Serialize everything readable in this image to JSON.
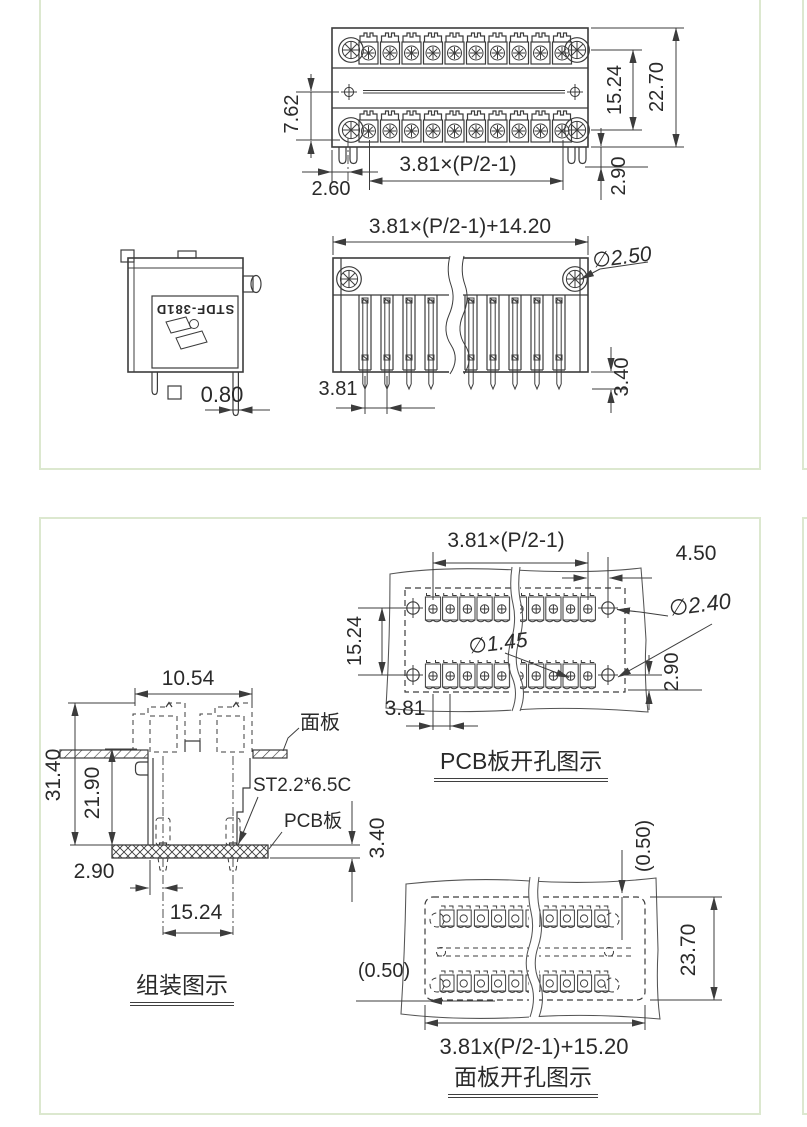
{
  "colors": {
    "panel_border": "#dce8cf",
    "line": "#3c3c3c",
    "text": "#2a2a2a"
  },
  "front_view": {
    "dim_row_gap": "7.62",
    "dim_foot_offset_x": "2.60",
    "dim_pitch_span": "3.81×(P/2-1)",
    "dim_row_spacing": "15.24",
    "dim_total_height": "22.70",
    "dim_foot_offset_y": "2.90"
  },
  "side_view": {
    "part_label": "STDF-381D",
    "dim_pin_square": "0.80"
  },
  "pin_view": {
    "dim_total_width": "3.81×(P/2-1)+14.20",
    "dim_screw_dia": "∅2.50",
    "dim_pitch": "3.81",
    "dim_pin_length": "3.40"
  },
  "pcb_view": {
    "dim_pitch_span": "3.81×(P/2-1)",
    "dim_hole_offset": "4.50",
    "dim_mount_hole_dia": "∅2.40",
    "dim_pin_hole_dia": "∅1.45",
    "dim_row_spacing": "15.24",
    "dim_edge_offset": "2.90",
    "dim_pitch": "3.81",
    "caption": "PCB板开孔图示"
  },
  "assembly_view": {
    "dim_plug_width": "10.54",
    "label_panel": "面板",
    "label_screw": "ST2.2*6.5C",
    "label_pcb": "PCB板",
    "dim_total_height": "31.40",
    "dim_below_panel": "21.90",
    "dim_wall_offset": "2.90",
    "dim_screw_spacing": "15.24",
    "dim_pcb_thickness": "3.40",
    "caption": "组装图示"
  },
  "cutout_view": {
    "dim_clearance_top": "(0.50)",
    "dim_clearance_left": "(0.50)",
    "dim_cutout_height": "23.70",
    "dim_cutout_width": "3.81x(P/2-1)+15.20",
    "caption": "面板开孔图示"
  }
}
